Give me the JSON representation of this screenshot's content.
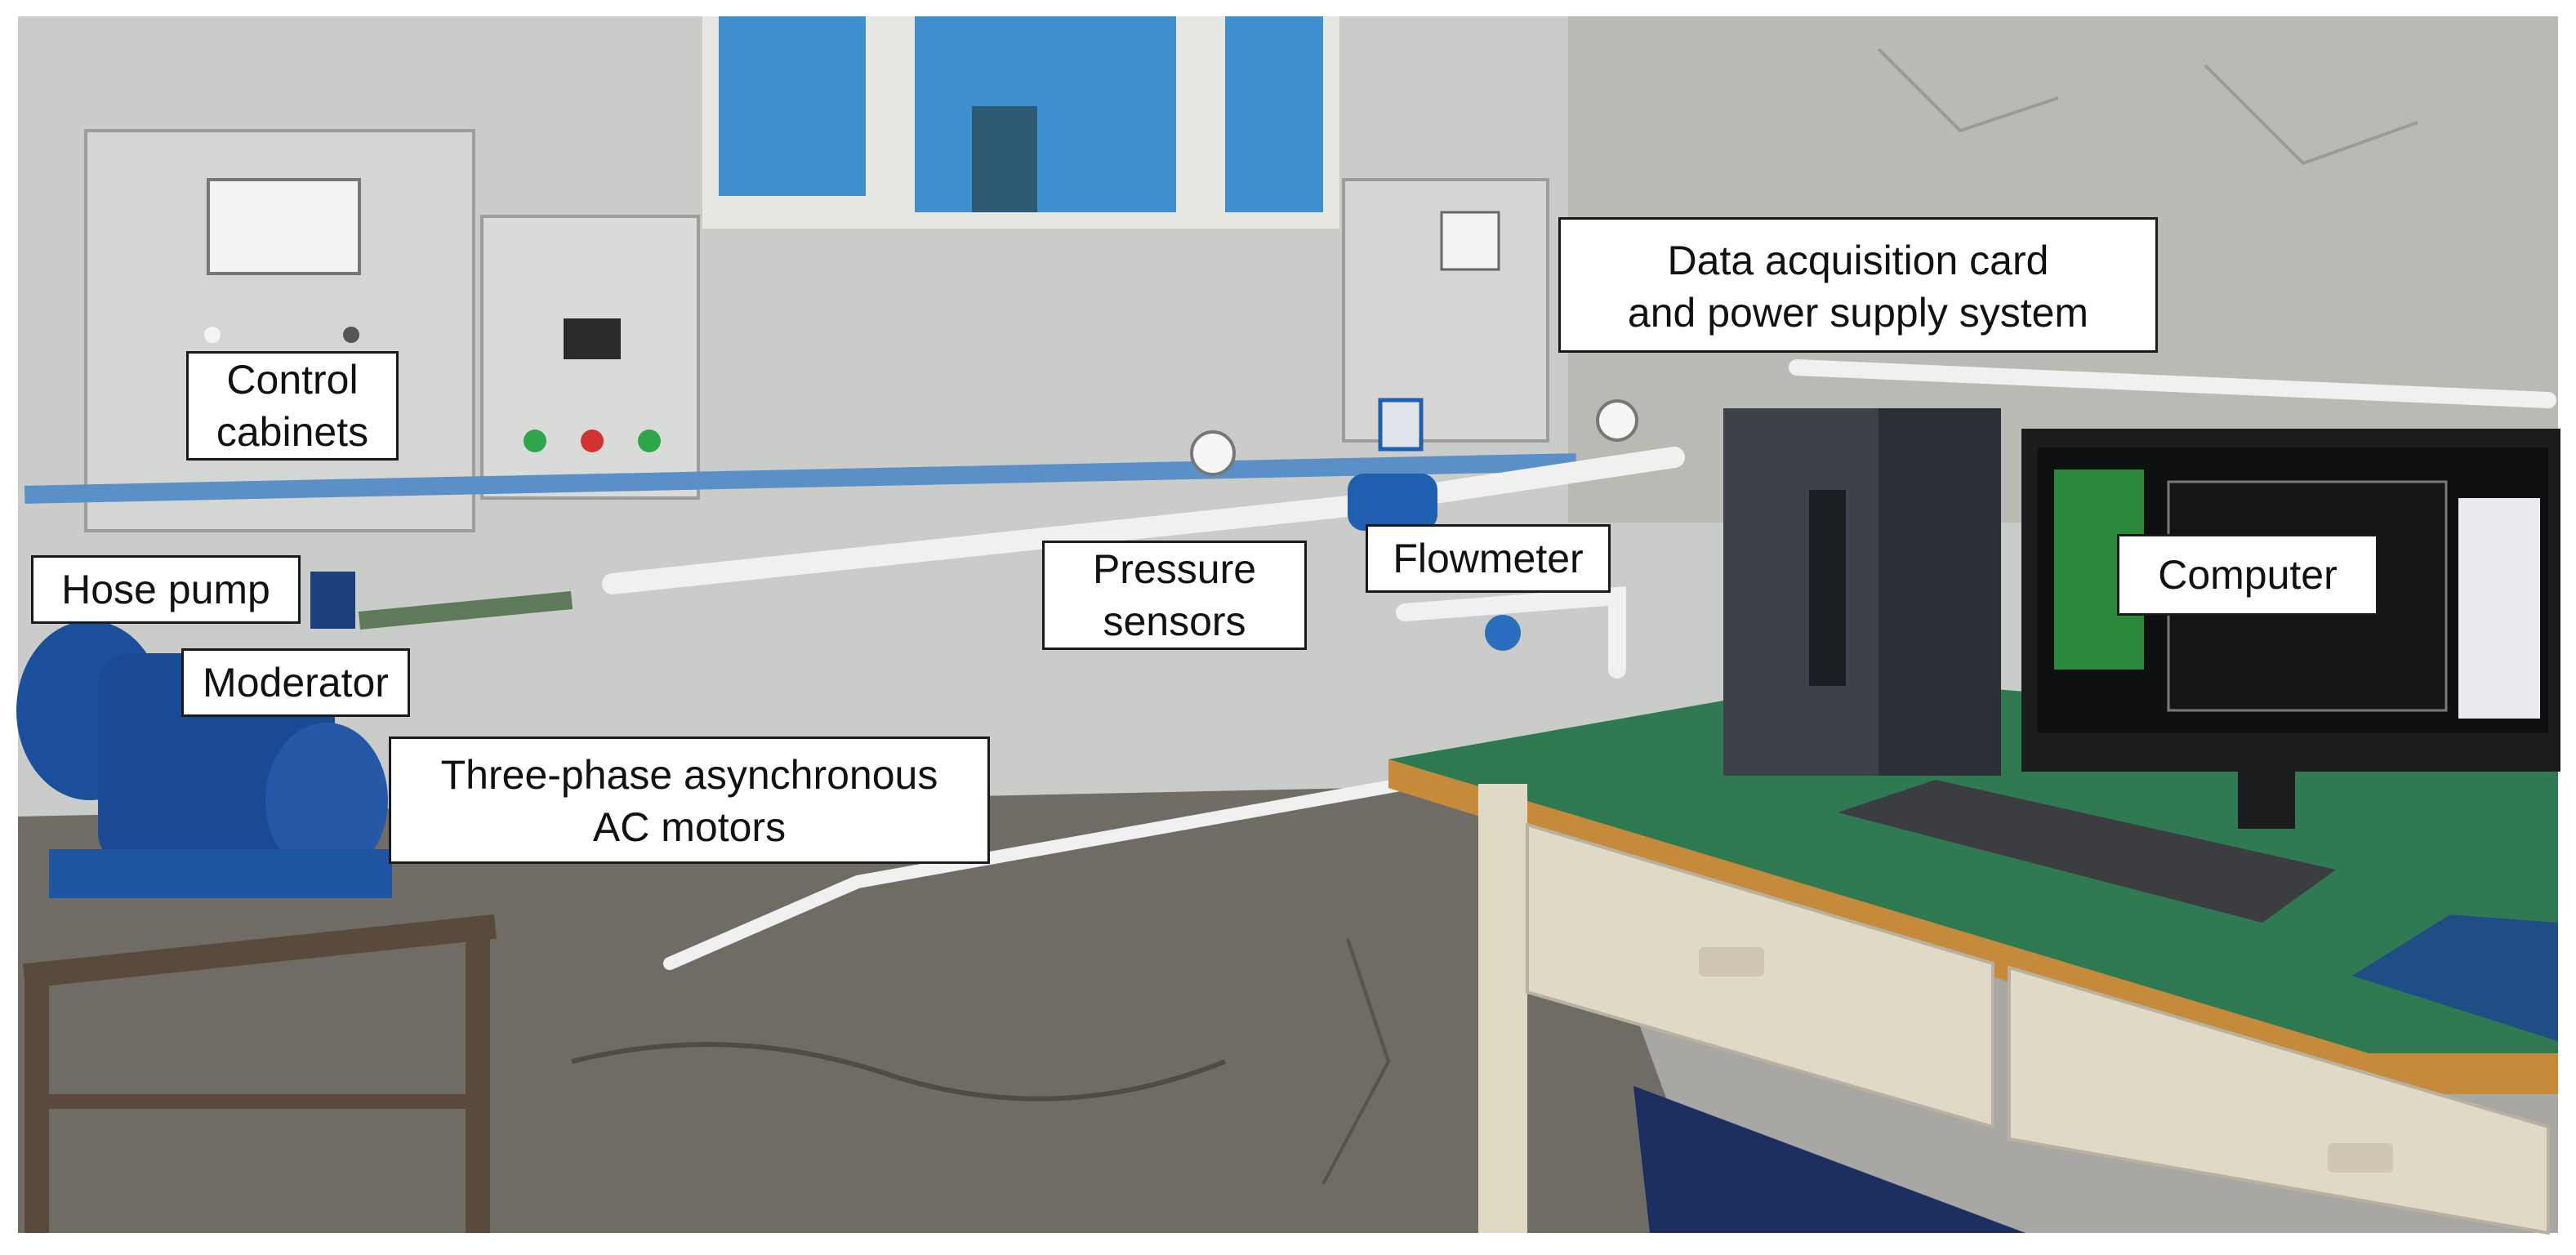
{
  "labels": {
    "control_cabinets": [
      "Control",
      "cabinets"
    ],
    "data_acquisition": [
      "Data acquisition card",
      "and power supply system"
    ],
    "hose_pump": "Hose pump",
    "moderator": "Moderator",
    "pressure_sensors": [
      "Pressure",
      "sensors"
    ],
    "flowmeter": "Flowmeter",
    "computer": "Computer",
    "motors": [
      "Three-phase asynchronous",
      "AC motors"
    ]
  },
  "colors": {
    "wall": "#c9ccc8",
    "floor": "#6f6d66",
    "cabinet": "#d4d6d3",
    "pump_blue": "#1b4f9c",
    "desk_green": "#2f7a52",
    "desk_frame": "#e0d9c6",
    "window_blue": "#3f8fd0"
  }
}
